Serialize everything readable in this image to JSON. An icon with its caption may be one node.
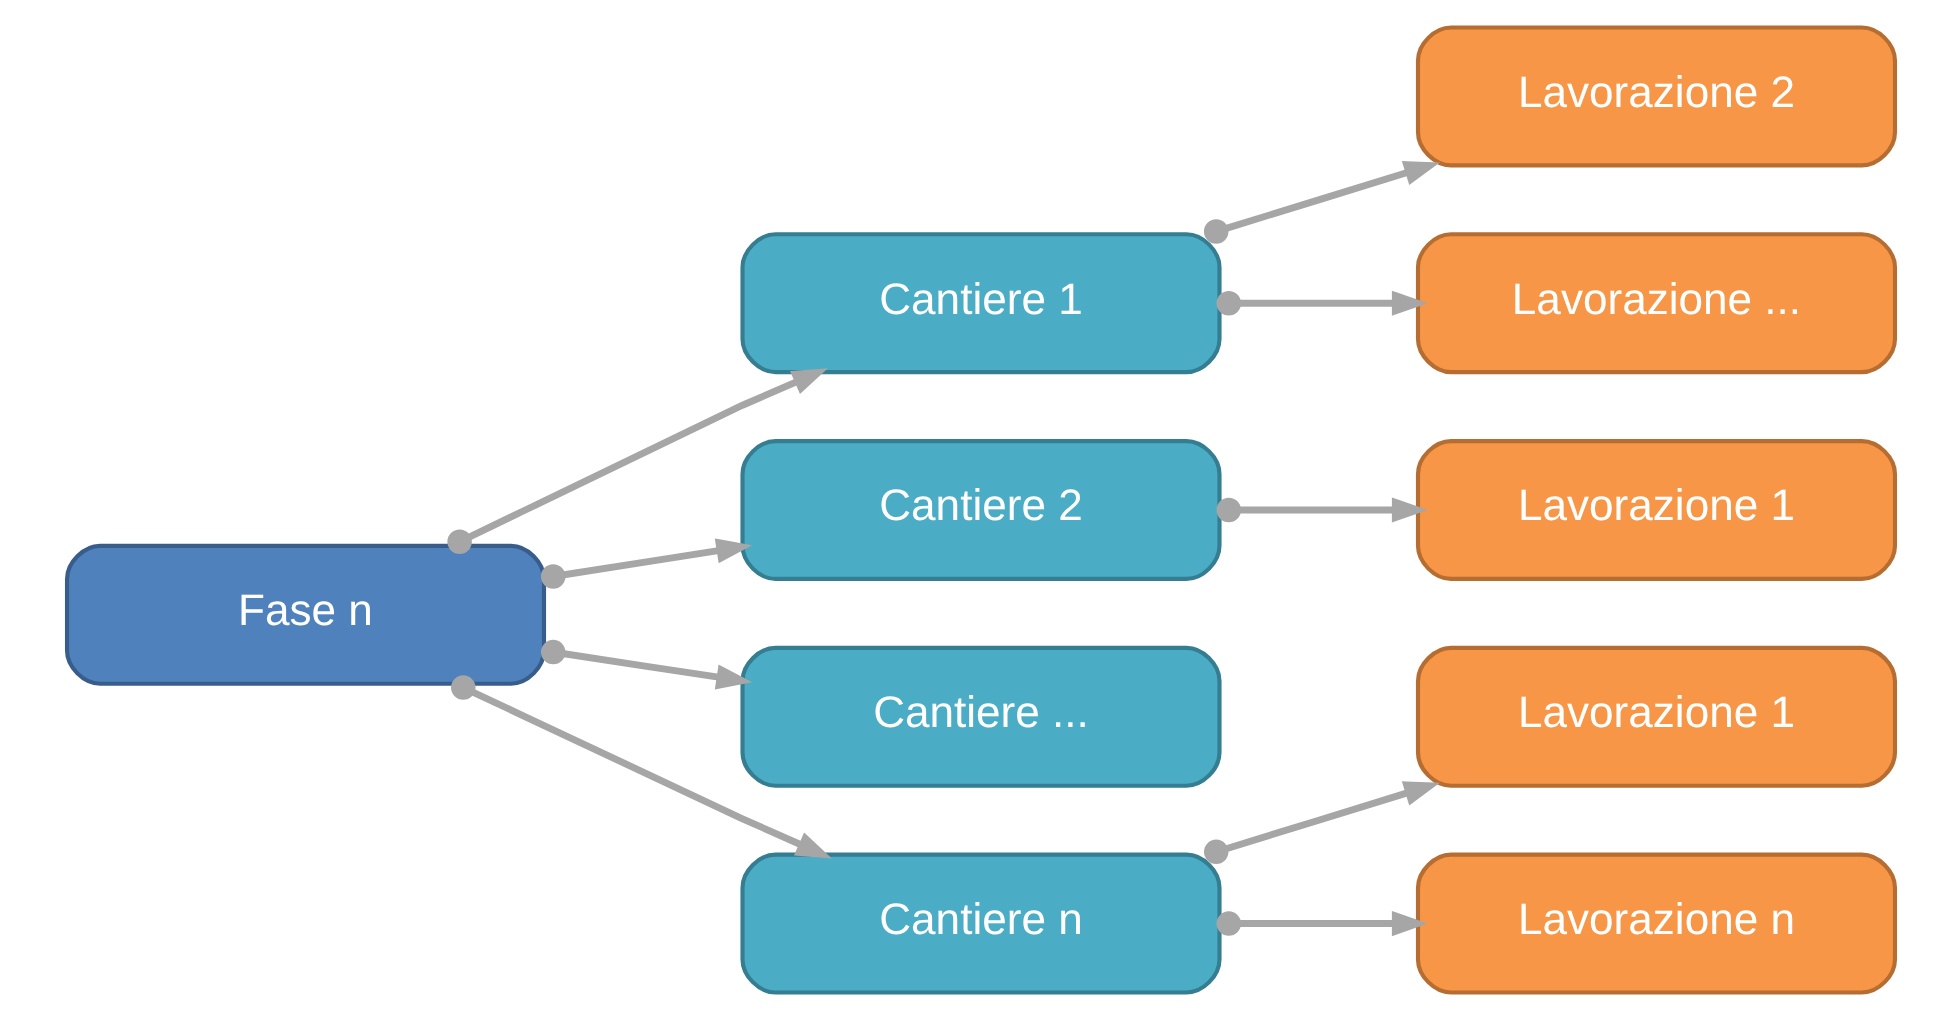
{
  "diagram": {
    "nodes": [
      {
        "text": [
          "Fase n"
        ]
      },
      {
        "text": [
          "Cantiere 1"
        ]
      },
      {
        "text": [
          "Cantiere 2"
        ]
      },
      {
        "text": [
          "Cantiere ..."
        ]
      },
      {
        "text": [
          "Cantiere n"
        ]
      },
      {
        "text": [
          "Lavorazione 1"
        ]
      },
      {
        "text": [
          "Lavorazione 1"
        ]
      },
      {
        "text": [
          "Lavorazione 2"
        ]
      },
      {
        "text": [
          "Lavorazione ..."
        ]
      },
      {
        "text": [
          "Lavorazione n"
        ]
      }
    ],
    "edges": [
      {
        "from": 0,
        "to": 1,
        "arrow": "to"
      },
      {
        "from": 0,
        "to": 2,
        "arrow": "to"
      },
      {
        "from": 0,
        "to": 3,
        "arrow": "to"
      },
      {
        "from": 0,
        "to": 4,
        "arrow": "to"
      },
      {
        "from": 1,
        "to": 7,
        "arrow": "to"
      },
      {
        "from": 1,
        "to": 8,
        "arrow": "to"
      },
      {
        "from": 2,
        "to": 6,
        "arrow": "to"
      },
      {
        "from": 4,
        "to": 5,
        "arrow": "to"
      },
      {
        "from": 4,
        "to": 9,
        "arrow": "to"
      }
    ]
  }
}
